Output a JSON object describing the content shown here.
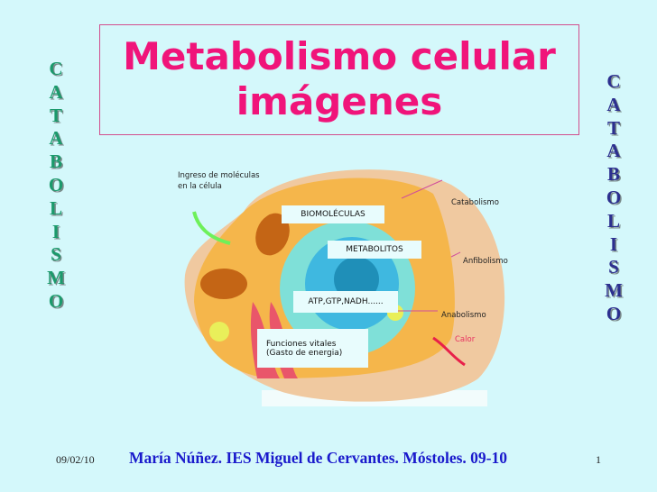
{
  "slide": {
    "title_line1": "Metabolismo celular",
    "title_line2": "imágenes",
    "side_word_letters": [
      "C",
      "A",
      "T",
      "A",
      "B",
      "O",
      "L",
      "I",
      "S",
      "M",
      "O"
    ]
  },
  "diagram": {
    "intake_label_line1": "Ingreso de moléculas",
    "intake_label_line2": "en la célula",
    "biomoleculas": "BIOMOLÉCULAS",
    "metabolitos": "METABOLITOS",
    "atp": "ATP,GTP,NADH......",
    "funciones_line1": "Funciones vitales",
    "funciones_line2": "(Gasto de energia)",
    "catabolismo": "Catabolismo",
    "anfibolismo": "Anfibolismo",
    "anabolismo": "Anabolismo",
    "calor": "Calor"
  },
  "footer": {
    "date": "09/02/10",
    "author": "María Núñez. IES Miguel de Cervantes. Móstoles. 09-10",
    "page": "1"
  }
}
